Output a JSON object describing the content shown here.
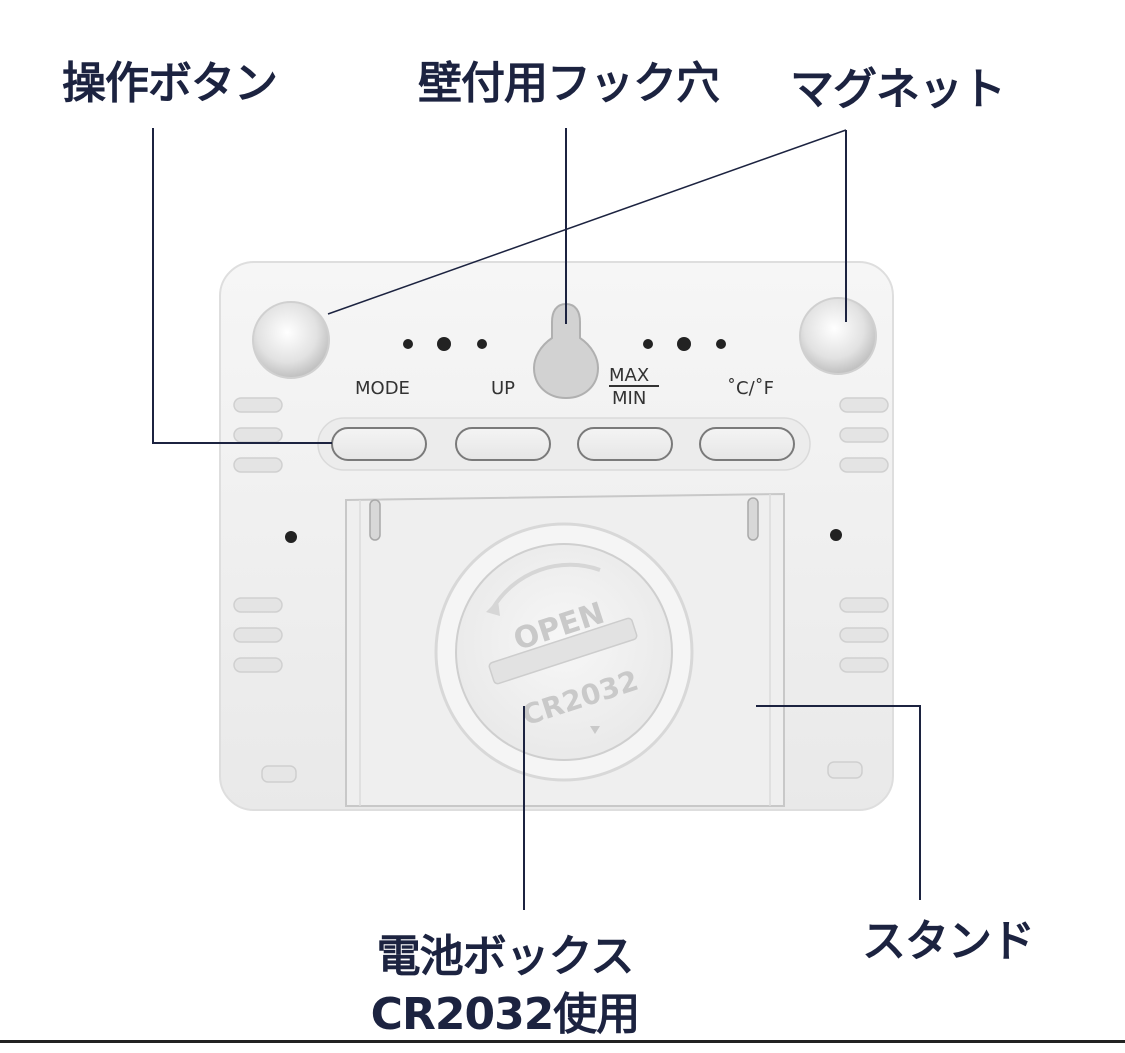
{
  "callouts": {
    "buttons": "操作ボタン",
    "hook": "壁付用フック穴",
    "magnet": "マグネット",
    "battery_line1": "電池ボックス",
    "battery_line2": "CR2032使用",
    "stand": "スタンド"
  },
  "device_buttons": {
    "mode": "MODE",
    "up": "UP",
    "max": "MAX",
    "min": "MIN",
    "unit": "˚C/˚F"
  },
  "battery_cover": {
    "open": "OPEN",
    "model": "CR2032"
  },
  "colors": {
    "label_text": "#1c2340",
    "device_body": "#f1f1f1",
    "leader_line": "#1c2340"
  }
}
